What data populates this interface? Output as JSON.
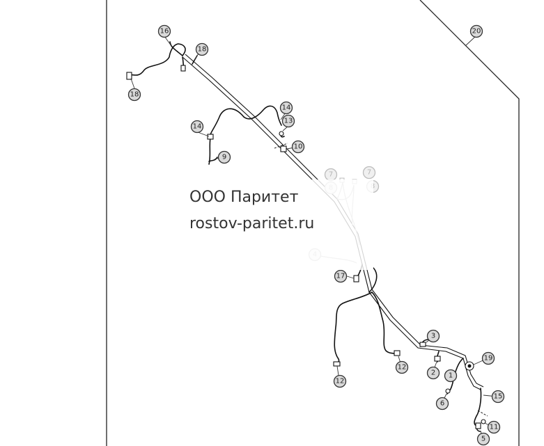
{
  "watermark": {
    "company": "ООО Паритет",
    "website": "rostov-paritet.ru"
  },
  "callouts": [
    {
      "label": "16",
      "state": "normal"
    },
    {
      "label": "18",
      "state": "normal"
    },
    {
      "label": "18",
      "state": "normal"
    },
    {
      "label": "20",
      "state": "normal"
    },
    {
      "label": "14",
      "state": "normal"
    },
    {
      "label": "13",
      "state": "normal"
    },
    {
      "label": "14",
      "state": "normal"
    },
    {
      "label": "10",
      "state": "normal"
    },
    {
      "label": "9",
      "state": "normal"
    },
    {
      "label": "7",
      "state": "faded"
    },
    {
      "label": "8",
      "state": "faded"
    },
    {
      "label": "7",
      "state": "faded"
    },
    {
      "label": "8",
      "state": "faded"
    },
    {
      "label": "4",
      "state": "faded"
    },
    {
      "label": "17",
      "state": "normal"
    },
    {
      "label": "3",
      "state": "normal"
    },
    {
      "label": "19",
      "state": "normal"
    },
    {
      "label": "2",
      "state": "normal"
    },
    {
      "label": "1",
      "state": "normal"
    },
    {
      "label": "12",
      "state": "normal"
    },
    {
      "label": "12",
      "state": "normal"
    },
    {
      "label": "6",
      "state": "normal"
    },
    {
      "label": "15",
      "state": "normal"
    },
    {
      "label": "11",
      "state": "normal"
    },
    {
      "label": "5",
      "state": "normal"
    }
  ]
}
